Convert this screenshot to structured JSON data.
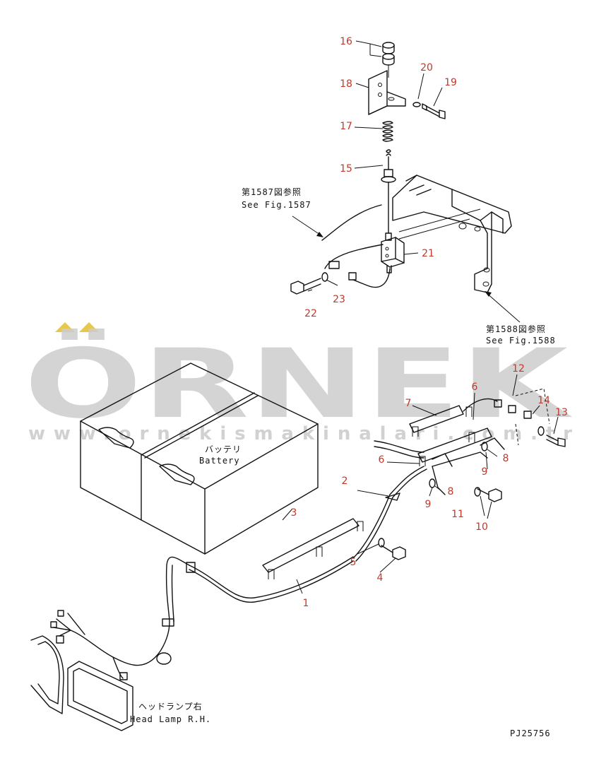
{
  "colors": {
    "part_number": "#c0392b",
    "line": "#111111",
    "watermark_text": "#cccccc",
    "watermark_accent": "#e8c84a"
  },
  "part_numbers": [
    "1",
    "2",
    "3",
    "4",
    "5",
    "6",
    "6",
    "7",
    "8",
    "8",
    "9",
    "9",
    "10",
    "11",
    "12",
    "13",
    "14",
    "15",
    "16",
    "17",
    "18",
    "19",
    "20",
    "21",
    "22",
    "23"
  ],
  "refs": {
    "fig1587_jp": "第1587図参照",
    "fig1587_en": "See Fig.1587",
    "fig1588_jp": "第1588図参照",
    "fig1588_en": "See Fig.1588"
  },
  "battery": {
    "jp": "バッテリ",
    "en": "Battery"
  },
  "head_lamp": {
    "jp": "ヘッドランプ右",
    "en": "Head Lamp R.H."
  },
  "drawing_code": "PJ25756",
  "watermark": {
    "brand": "ÖRNEK",
    "url": "www.ornekismakinalari.com.tr"
  }
}
